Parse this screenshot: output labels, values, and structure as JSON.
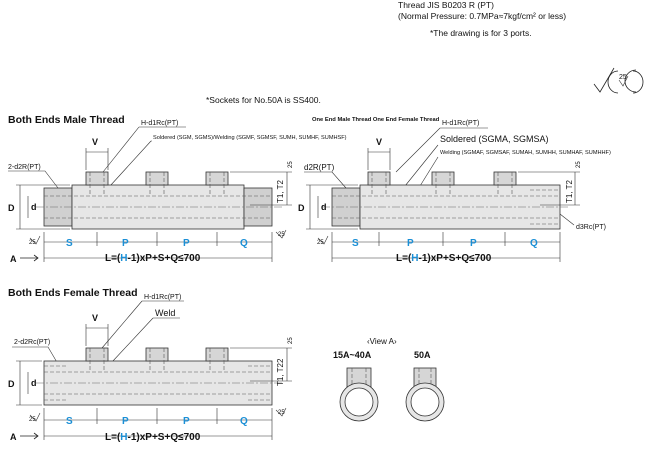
{
  "notes": {
    "thread_spec": "Thread JIS B0203 R (PT)",
    "pressure": "(Normal Pressure: 0.7MPa≈7kgf/cm² or less)",
    "ports_note": "*The drawing is for 3 ports.",
    "sockets_note": "*Sockets for No.50A is SS400.",
    "roughness": "25"
  },
  "section_male": {
    "title": "Both Ends Male Thread",
    "port_label": "H-d1Rc(PT)",
    "end_label": "2-d2R(PT)",
    "material_label": "Soldered (SGM, SGMS)/Welding (SGMF, SGMSF, SUMH, SUMHF, SUMHSF)",
    "dim_v": "V",
    "dim_d_outer": "D",
    "dim_d_inner": "d",
    "dim_t": "T1, T2",
    "dim_t_small": "25",
    "seg": [
      "S",
      "P",
      "P",
      "Q"
    ],
    "formula_prefix": "L=(",
    "formula_h": "H",
    "formula_suffix": "-1)xP+S+Q≤700",
    "view_marker": "A",
    "surface_left": "25",
    "surface_right": "25"
  },
  "section_mixed": {
    "title": "One End Male Thread One End Female Thread",
    "port_label": "H-d1Rc(PT)",
    "end_label_left": "d2R(PT)",
    "end_label_right": "d3Rc(PT)",
    "material_soldered": "Soldered (SGMA, SGMSA)",
    "material_welding": "Welding (SGMAF, SGMSAF, SUMAH, SUMHH, SUMHAF, SUMHHF)",
    "dim_v": "V",
    "dim_d_outer": "D",
    "dim_d_inner": "d",
    "dim_t": "T1, T2",
    "dim_t_small": "25",
    "seg": [
      "S",
      "P",
      "P",
      "Q"
    ],
    "formula_prefix": "L=(",
    "formula_h": "H",
    "formula_suffix": "-1)xP+S+Q≤700",
    "surface_left": "25"
  },
  "section_female": {
    "title": "Both Ends Female Thread",
    "port_label": "H-d1Rc(PT)",
    "weld_label": "Weld",
    "end_label": "2-d2Rc(PT)",
    "dim_v": "V",
    "dim_d_outer": "D",
    "dim_d_inner": "d",
    "dim_t": "T1, T22",
    "dim_t_small": "25",
    "seg": [
      "S",
      "P",
      "P",
      "Q"
    ],
    "formula_prefix": "L=(",
    "formula_h": "H",
    "formula_suffix": "-1)xP+S+Q≤700",
    "view_marker": "A",
    "surface_left": "25",
    "surface_right": "25"
  },
  "view_a": {
    "title": "‹View A›",
    "left_label": "15A~40A",
    "right_label": "50A"
  }
}
